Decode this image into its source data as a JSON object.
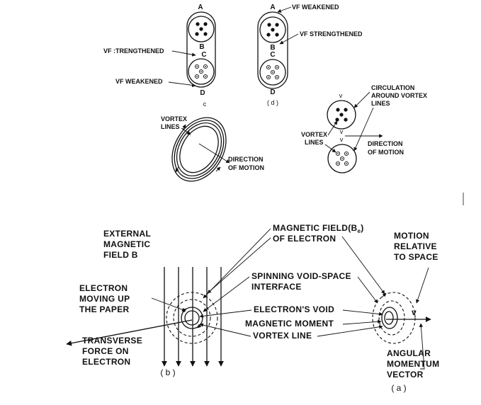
{
  "upper": {
    "panel_c": {
      "point_a": "A",
      "point_b": "B",
      "point_c": "C",
      "point_d": "D",
      "label_strengthened": "VF :TRENGTHENED",
      "label_weakened": "VF WEAKENED",
      "caption": "c"
    },
    "panel_d": {
      "point_a": "A",
      "point_b": "B",
      "point_c": "C",
      "point_d": "D",
      "label_weakened": "VF WEAKENED",
      "label_strengthened": "VF STRENGTHENED",
      "caption": "( d )"
    },
    "ring": {
      "label_vortex_line1": "VORTEX",
      "label_vortex_line2": "LINES",
      "label_direction_line1": "DIRECTION",
      "label_direction_line2": "OF MOTION"
    },
    "pair": {
      "label_circ_line1": "CIRCULATION",
      "label_circ_line2": "AROUND VORTEX",
      "label_circ_line3": "LINES",
      "label_vortex_line1": "VORTEX",
      "label_vortex_line2": "LINES",
      "label_direction_line1": "DIRECTION",
      "label_direction_line2": "OF MOTION",
      "v_mark": "v"
    }
  },
  "lower": {
    "external_field_line1": "EXTERNAL",
    "external_field_line2": "MAGNETIC",
    "external_field_line3": "FIELD B",
    "electron_moving_line1": "ELECTRON",
    "electron_moving_line2": "MOVING UP",
    "electron_moving_line3": "THE PAPER",
    "transverse_line1": "TRANSVERSE",
    "transverse_line2": "FORCE ON",
    "transverse_line3": "ELECTRON",
    "magnetic_field_line1": "MAGNETIC FIELD(B",
    "magnetic_field_sub": "e",
    "magnetic_field_close": ")",
    "magnetic_field_line2": "OF ELECTRON",
    "spinning_line1": "SPINNING VOID-SPACE",
    "spinning_line2": "INTERFACE",
    "electrons_void": "ELECTRON'S VOID",
    "magnetic_moment": "MAGNETIC MOMENT",
    "vortex_line": "VORTEX LINE",
    "motion_line1": "MOTION",
    "motion_line2": "RELATIVE",
    "motion_line3": "TO SPACE",
    "v_mark": "v",
    "angular_line1": "ANGULAR",
    "angular_line2": "MOMENTUM",
    "angular_line3": "VECTOR",
    "caption_b": "( b )",
    "caption_a": "( a )"
  }
}
